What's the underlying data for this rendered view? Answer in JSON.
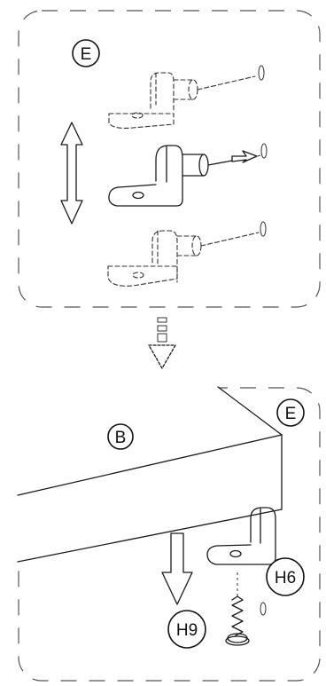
{
  "labels": {
    "top_panel_part": "E",
    "bottom_panel_board": "B",
    "bottom_panel_part": "E",
    "bracket_part": "H6",
    "screw_part": "H9"
  },
  "icons": [
    "up-down-double-arrow-icon",
    "hollow-down-arrow-icon",
    "dashed-down-arrow-icon"
  ],
  "colors": {
    "line": "#1a1a1a",
    "dash_border": "#555555",
    "background": "#ffffff"
  }
}
